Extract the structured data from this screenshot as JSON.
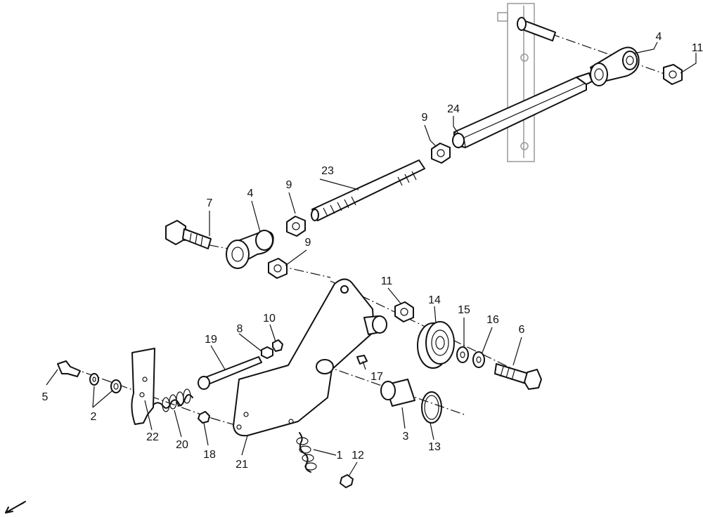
{
  "callouts": [
    {
      "id": "c4a",
      "text": "4"
    },
    {
      "id": "c11a",
      "text": "11"
    },
    {
      "id": "c24",
      "text": "24"
    },
    {
      "id": "c9a",
      "text": "9"
    },
    {
      "id": "c23",
      "text": "23"
    },
    {
      "id": "c9b",
      "text": "9"
    },
    {
      "id": "c4b",
      "text": "4"
    },
    {
      "id": "c7",
      "text": "7"
    },
    {
      "id": "c9c",
      "text": "9"
    },
    {
      "id": "c11b",
      "text": "11"
    },
    {
      "id": "c14",
      "text": "14"
    },
    {
      "id": "c15",
      "text": "15"
    },
    {
      "id": "c16",
      "text": "16"
    },
    {
      "id": "c6",
      "text": "6"
    },
    {
      "id": "c10",
      "text": "10"
    },
    {
      "id": "c8",
      "text": "8"
    },
    {
      "id": "c19",
      "text": "19"
    },
    {
      "id": "c17",
      "text": "17"
    },
    {
      "id": "c5",
      "text": "5"
    },
    {
      "id": "c2",
      "text": "2"
    },
    {
      "id": "c22",
      "text": "22"
    },
    {
      "id": "c20",
      "text": "20"
    },
    {
      "id": "c18",
      "text": "18"
    },
    {
      "id": "c21",
      "text": "21"
    },
    {
      "id": "c1",
      "text": "1"
    },
    {
      "id": "c12",
      "text": "12"
    },
    {
      "id": "c3",
      "text": "3"
    },
    {
      "id": "c13",
      "text": "13"
    }
  ]
}
